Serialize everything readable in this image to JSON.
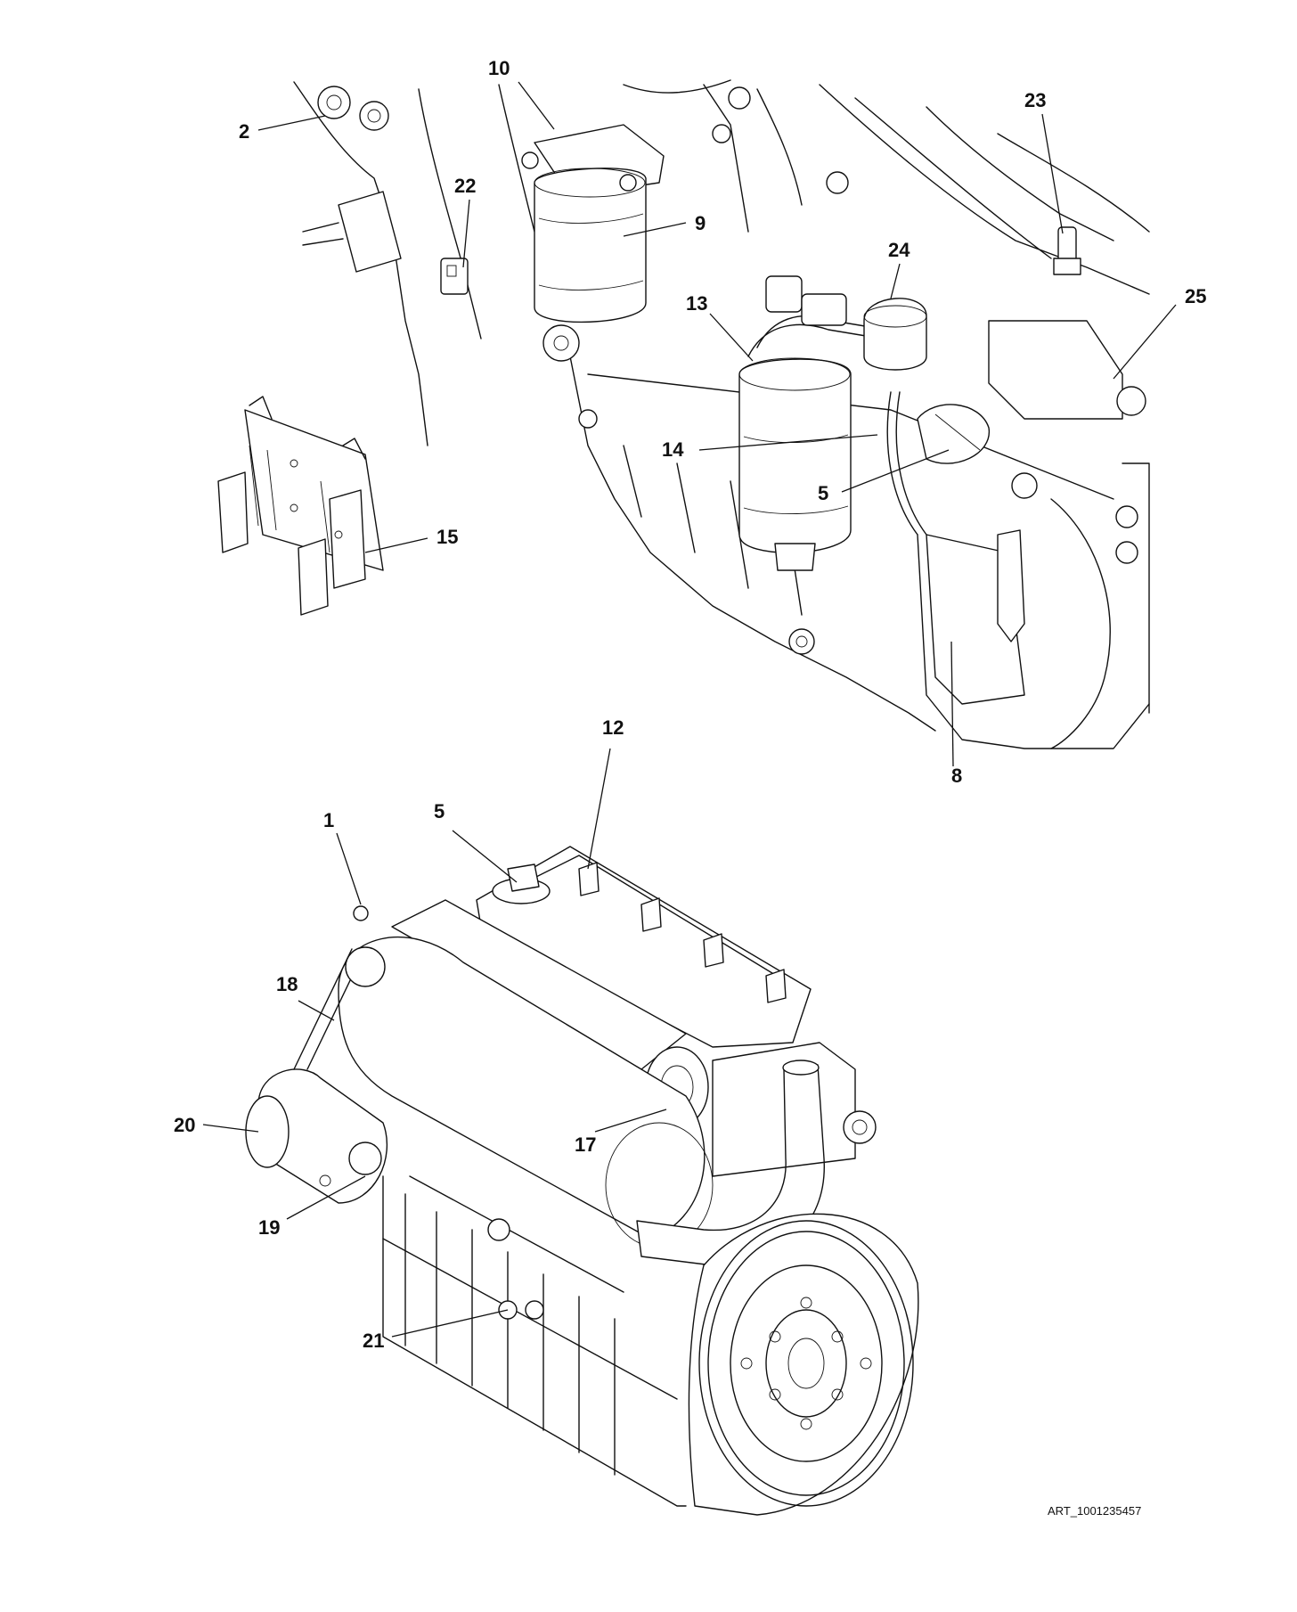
{
  "callouts": [
    {
      "id": "c1",
      "label": "1"
    },
    {
      "id": "c2",
      "label": "2"
    },
    {
      "id": "c5a",
      "label": "5"
    },
    {
      "id": "c5b",
      "label": "5"
    },
    {
      "id": "c8",
      "label": "8"
    },
    {
      "id": "c9",
      "label": "9"
    },
    {
      "id": "c10",
      "label": "10"
    },
    {
      "id": "c12",
      "label": "12"
    },
    {
      "id": "c13",
      "label": "13"
    },
    {
      "id": "c14",
      "label": "14"
    },
    {
      "id": "c15",
      "label": "15"
    },
    {
      "id": "c17",
      "label": "17"
    },
    {
      "id": "c18",
      "label": "18"
    },
    {
      "id": "c19",
      "label": "19"
    },
    {
      "id": "c20",
      "label": "20"
    },
    {
      "id": "c21",
      "label": "21"
    },
    {
      "id": "c22",
      "label": "22"
    },
    {
      "id": "c23",
      "label": "23"
    },
    {
      "id": "c24",
      "label": "24"
    },
    {
      "id": "c25",
      "label": "25"
    }
  ],
  "art_id": "ART_1001235457",
  "colors": {
    "line": "#111111",
    "background": "#ffffff"
  }
}
